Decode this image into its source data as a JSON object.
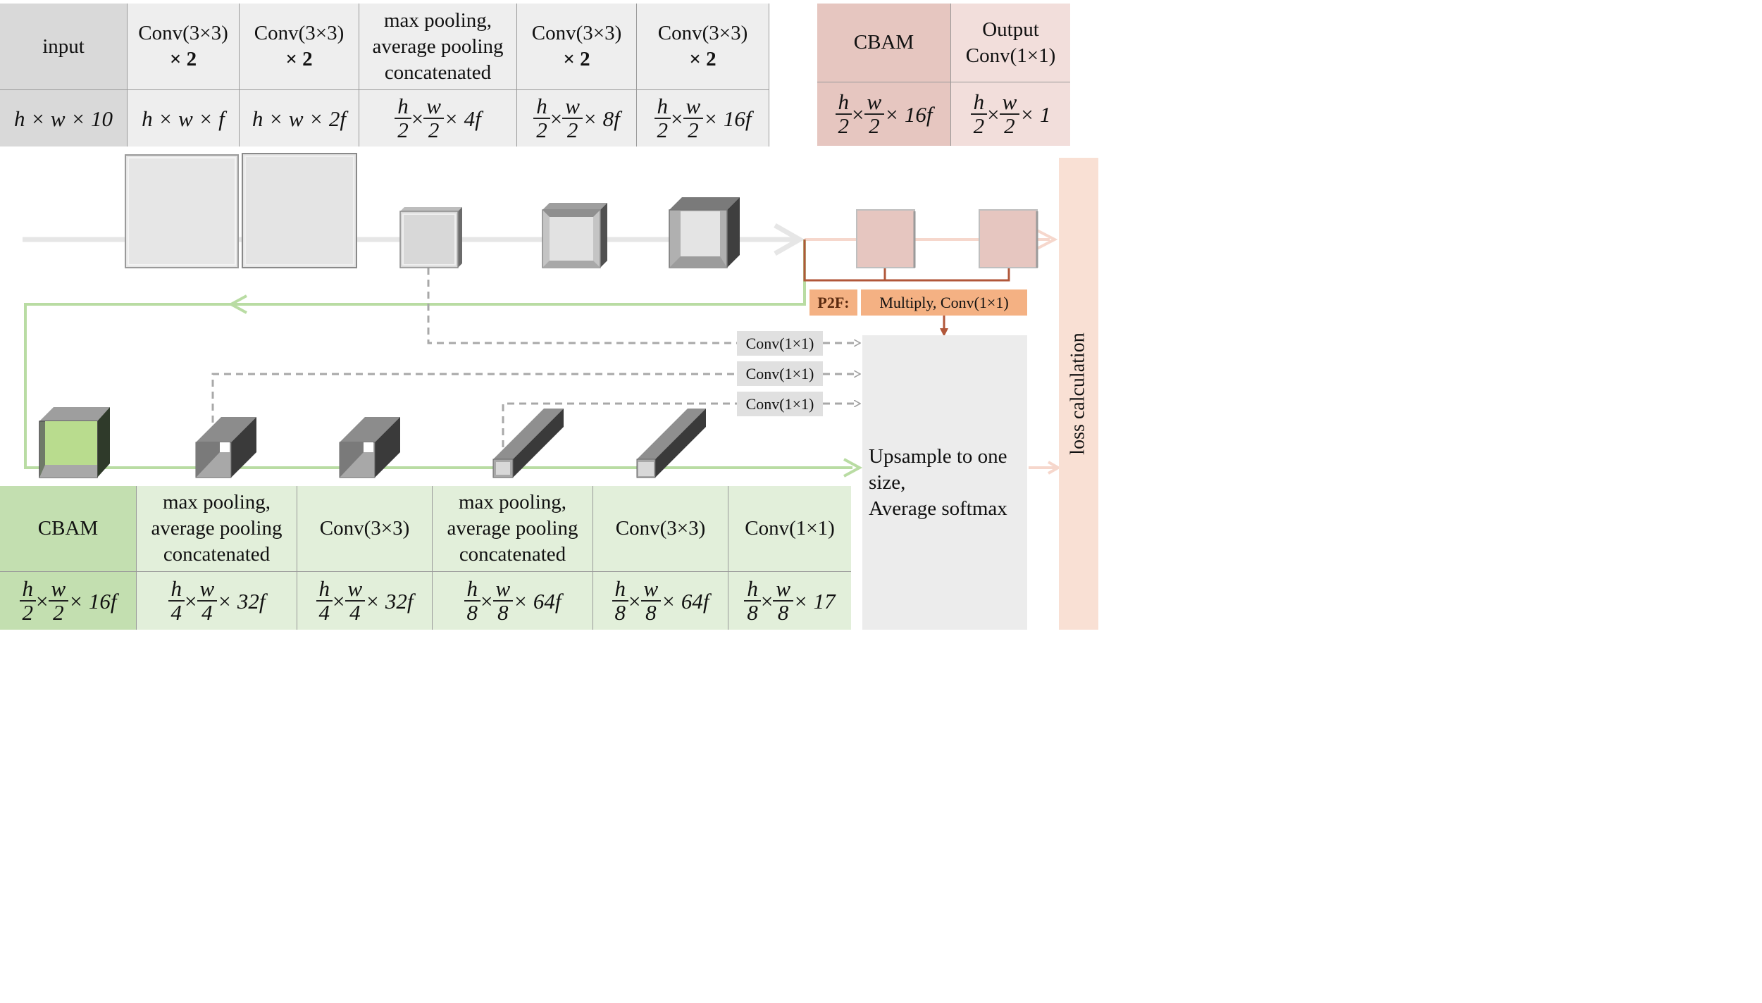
{
  "colors": {
    "grey_header": "#eeeeee",
    "grey_input": "#d9d9d9",
    "pink_dark": "#e6c6c0",
    "pink_light": "#f2dedb",
    "green_dark": "#c3dfb0",
    "green_light": "#e2efda",
    "p2f_orange": "#f4b183",
    "brown": "#b1573a",
    "green_line": "#b9dca3",
    "loss_bg": "#f9e0d4",
    "upsample_bg": "#ececec"
  },
  "top_table": [
    {
      "op": "input",
      "dims": "h × w × 10"
    },
    {
      "op": "Conv(3×3)",
      "mult": "× 2",
      "dims": "h × w × f"
    },
    {
      "op": "Conv(3×3)",
      "mult": "× 2",
      "dims": "h × w × 2f"
    },
    {
      "op": "max pooling, average pooling concatenated",
      "op_lines": [
        "max pooling,",
        "average pooling",
        "concatenated"
      ],
      "num": "h",
      "den": "w",
      "num_denom": "2",
      "tail": "× 4f"
    },
    {
      "op": "Conv(3×3)",
      "mult": "× 2",
      "num": "h",
      "den": "w",
      "num_denom": "2",
      "tail": "× 8f"
    },
    {
      "op": "Conv(3×3)",
      "mult": "× 2",
      "num": "h",
      "den": "w",
      "num_denom": "2",
      "tail": "× 16f"
    }
  ],
  "top_right_table": [
    {
      "op": "CBAM",
      "num": "h",
      "den": "w",
      "num_denom": "2",
      "tail": "× 16f"
    },
    {
      "op_lines": [
        "Output",
        "Conv(1×1)"
      ],
      "num": "h",
      "den": "w",
      "num_denom": "2",
      "tail": "× 1"
    }
  ],
  "bottom_table": [
    {
      "op": "CBAM",
      "num": "h",
      "den": "w",
      "num_denom": "2",
      "tail": "× 16f"
    },
    {
      "op_lines": [
        "max pooling,",
        "average pooling",
        "concatenated"
      ],
      "num": "h",
      "den": "w",
      "num_denom": "4",
      "tail": "× 32f"
    },
    {
      "op": "Conv(3×3)",
      "num": "h",
      "den": "w",
      "num_denom": "4",
      "tail": "× 32f"
    },
    {
      "op_lines": [
        "max pooling,",
        "average pooling",
        "concatenated"
      ],
      "num": "h",
      "den": "w",
      "num_denom": "8",
      "tail": "× 64f"
    },
    {
      "op": "Conv(3×3)",
      "num": "h",
      "den": "w",
      "num_denom": "8",
      "tail": "× 64f"
    },
    {
      "op": "Conv(1×1)",
      "num": "h",
      "den": "w",
      "num_denom": "8",
      "tail": "× 17"
    }
  ],
  "p2f": {
    "label": "P2F:",
    "text": "Multiply, Conv(1×1)"
  },
  "skip_convs": [
    "Conv(1×1)",
    "Conv(1×1)",
    "Conv(1×1)"
  ],
  "upsample": {
    "lines": [
      "Upsample to one",
      "size,",
      "Average softmax"
    ]
  },
  "loss": "loss calculation",
  "times": "×"
}
